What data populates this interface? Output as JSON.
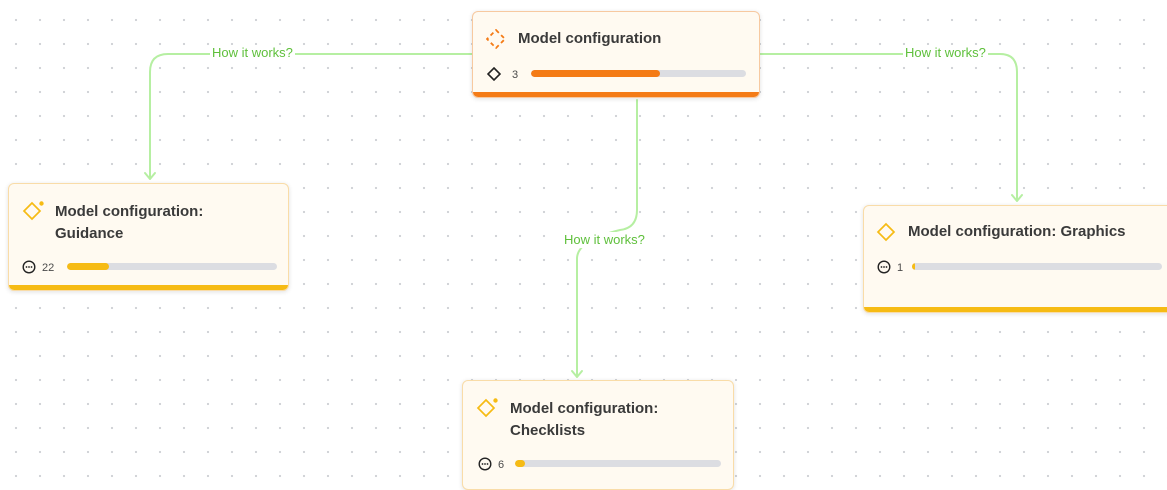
{
  "colors": {
    "connector": "#b6efa2",
    "edge_label": "#5fc03c",
    "accent_orange": "#f47b16",
    "accent_yellow": "#f6bb14",
    "track": "#dcdde2"
  },
  "edges": [
    {
      "id": "to-guidance",
      "label": "How it works?"
    },
    {
      "id": "to-graphics",
      "label": "How it works?"
    },
    {
      "id": "to-checklists",
      "label": "How it works?"
    }
  ],
  "nodes": {
    "root": {
      "title_lines": [
        "Model configuration"
      ],
      "icon": "dashed-diamond-icon",
      "meta_icon": "diamond-outline-icon",
      "count": "3",
      "progress": 0.6
    },
    "guidance": {
      "title_lines": [
        "Model configuration:",
        "Guidance"
      ],
      "icon": "sparkle-diamond-icon",
      "meta_icon": "comment-icon",
      "count": "22",
      "progress": 0.2
    },
    "graphics": {
      "title_lines": [
        "Model configuration: Graphics"
      ],
      "icon": "diamond-icon",
      "meta_icon": "comment-icon",
      "count": "1",
      "progress": 0.01
    },
    "checklists": {
      "title_lines": [
        "Model configuration:",
        "Checklists"
      ],
      "icon": "sparkle-diamond-icon",
      "meta_icon": "comment-icon",
      "count": "6",
      "progress": 0.05
    }
  }
}
